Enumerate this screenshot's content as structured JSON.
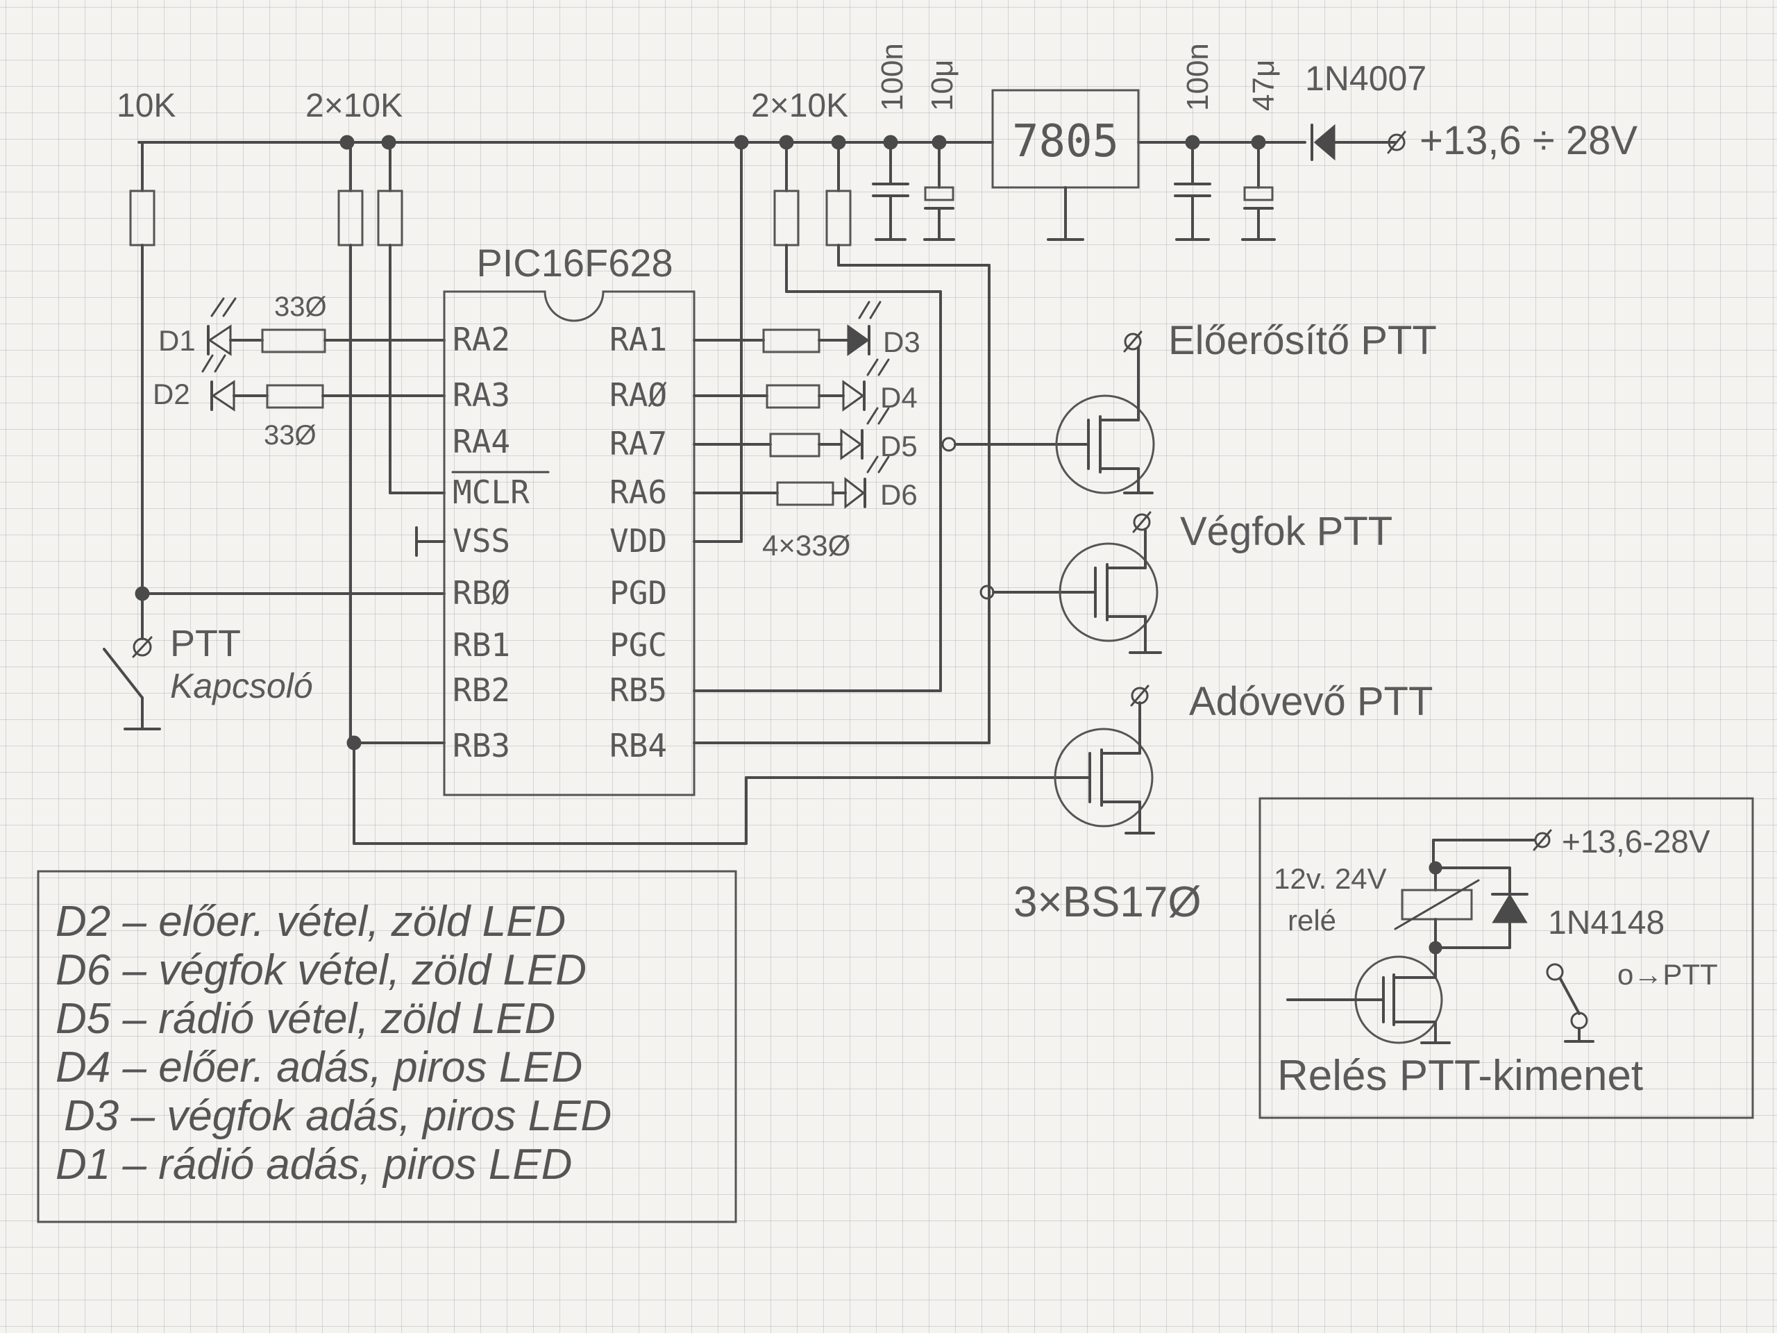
{
  "supply": {
    "regulator": "7805",
    "diode": "1N4007",
    "input_label": "+13,6 ÷ 28V",
    "cap_in_ceramic": "100n",
    "cap_in_elko": "47μ",
    "cap_out_ceramic": "100n",
    "cap_out_elko": "10μ"
  },
  "resistors": {
    "pull_left": "10K",
    "pull_mid": "2×10K",
    "pull_right": "2×10K",
    "led_top": "33Ø",
    "led_bottom": "33Ø",
    "led_group": "4×33Ø"
  },
  "mcu": {
    "name": "PIC16F628",
    "left_pins": [
      "RA2",
      "RA3",
      "RA4",
      "MCLR",
      "VSS",
      "RBØ",
      "RB1",
      "RB2",
      "RB3"
    ],
    "right_pins": [
      "RA1",
      "RAØ",
      "RA7",
      "RA6",
      "VDD",
      "PGD",
      "PGC",
      "RB5",
      "RB4"
    ]
  },
  "leds": {
    "d1": "D1",
    "d2": "D2",
    "d3": "D3",
    "d4": "D4",
    "d5": "D5",
    "d6": "D6"
  },
  "switch": {
    "line1": "PTT",
    "line2": "Kapcsoló"
  },
  "outputs": {
    "preamp": "Előerősítő PTT",
    "final": "Végfok PTT",
    "transceiver": "Adóvevő PTT",
    "mosfets": "3×BS17Ø"
  },
  "legend": [
    "D2 – előer. vétel, zöld LED",
    "D6 – végfok vétel, zöld LED",
    "D5 – rádió vétel, zöld LED",
    "D4 – előer. adás, piros LED",
    "D3 – végfok adás, piros LED",
    "D1 – rádió adás, piros LED"
  ],
  "relay_box": {
    "supply": "+13,6-28V",
    "relay_line1": "12v. 24V",
    "relay_line2": "relé",
    "diode": "1N4148",
    "output": "o→PTT",
    "title": "Relés PTT-kimenet"
  },
  "colors": {
    "paper": "#f4f3ef",
    "grid": "#a0a5b0",
    "pencil": "#4a4a4a"
  }
}
